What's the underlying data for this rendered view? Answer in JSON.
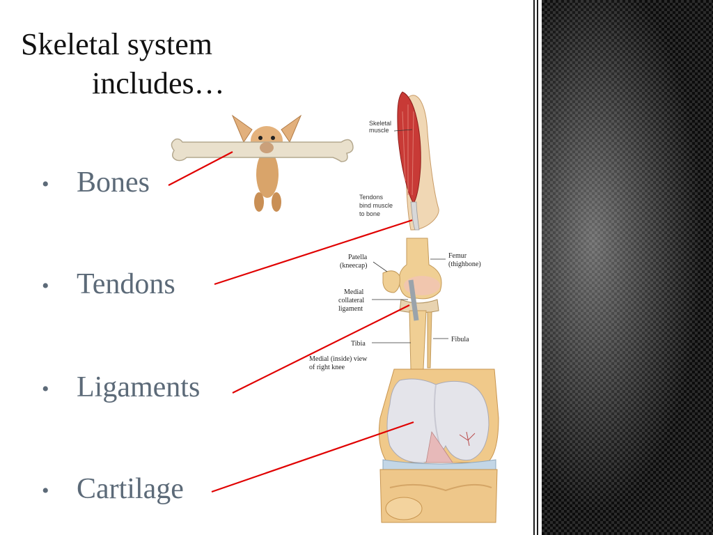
{
  "slide": {
    "title_line1": "Skeletal system",
    "title_line2": "includes…",
    "bullet_glyph": "•",
    "bullets": [
      "Bones",
      "Tendons",
      "Ligaments",
      "Cartilage"
    ]
  },
  "figures": {
    "tendon": {
      "muscle_label_1": "Skeletal",
      "muscle_label_2": "muscle",
      "tendon_label_1": "Tendons",
      "tendon_label_2": "bind muscle",
      "tendon_label_3": "to bone"
    },
    "knee": {
      "patella_1": "Patella",
      "patella_2": "(kneecap)",
      "femur_1": "Femur",
      "femur_2": "(thighbone)",
      "mcl_1": "Medial",
      "mcl_2": "collateral",
      "mcl_3": "ligament",
      "fibula": "Fibula",
      "tibia": "Tibia",
      "caption_1": "Medial (inside) view",
      "caption_2": "of right knee"
    }
  },
  "colors": {
    "bullet_text": "#5c6a78",
    "connector": "#e00000",
    "title": "#111111"
  }
}
